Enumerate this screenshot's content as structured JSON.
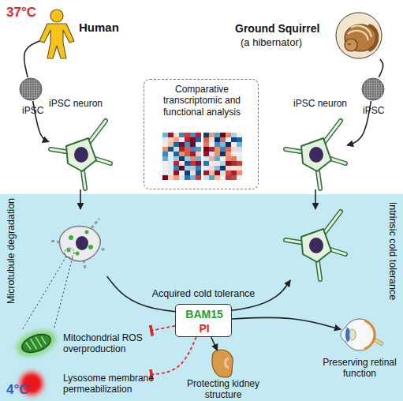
{
  "diagram": {
    "nodes": [
      {
        "text": [
          "Human"
        ]
      },
      {
        "text": [
          "Ground Squirrel",
          "(a hibernator)"
        ]
      },
      {
        "text": [
          "iPSC"
        ]
      },
      {
        "text": [
          "iPSC"
        ]
      },
      {
        "text": [
          "iPSC neuron"
        ]
      },
      {
        "text": [
          "iPSC neuron"
        ]
      },
      {
        "text": [
          "Comparative transcriptomic and functional analysis"
        ]
      },
      {
        "text": [
          "Microtubule degradation"
        ]
      },
      {
        "text": [
          "Intrinsic cold tolerance"
        ]
      },
      {
        "text": [
          "Mitochondrial ROS overproduction"
        ]
      },
      {
        "text": [
          "Lysosome membrane permeabilization"
        ]
      },
      {
        "text": [
          "BAM15",
          "PI"
        ]
      },
      {
        "text": [
          "Protecting kidney structure"
        ]
      },
      {
        "text": [
          "Preserving retinal function"
        ]
      }
    ],
    "edges": [
      {
        "from": 0,
        "to": 2,
        "arrow": "none"
      },
      {
        "from": 2,
        "to": 4,
        "arrow": "to"
      },
      {
        "from": 1,
        "to": 3,
        "arrow": "none"
      },
      {
        "from": 3,
        "to": 5,
        "arrow": "to"
      },
      {
        "from": 4,
        "to": 7,
        "arrow": "to"
      },
      {
        "from": 5,
        "to": 8,
        "arrow": "to"
      },
      {
        "from": 7,
        "to": 8,
        "label": "Acquired cold tolerance",
        "arrow": "to"
      },
      {
        "from": 11,
        "to": 9,
        "arrow": "to"
      },
      {
        "from": 11,
        "to": 10,
        "arrow": "to"
      },
      {
        "from": 11,
        "to": 12,
        "arrow": "to"
      },
      {
        "from": 11,
        "to": 13,
        "arrow": "to"
      }
    ],
    "labels": [
      "37°C",
      "4°C"
    ]
  }
}
